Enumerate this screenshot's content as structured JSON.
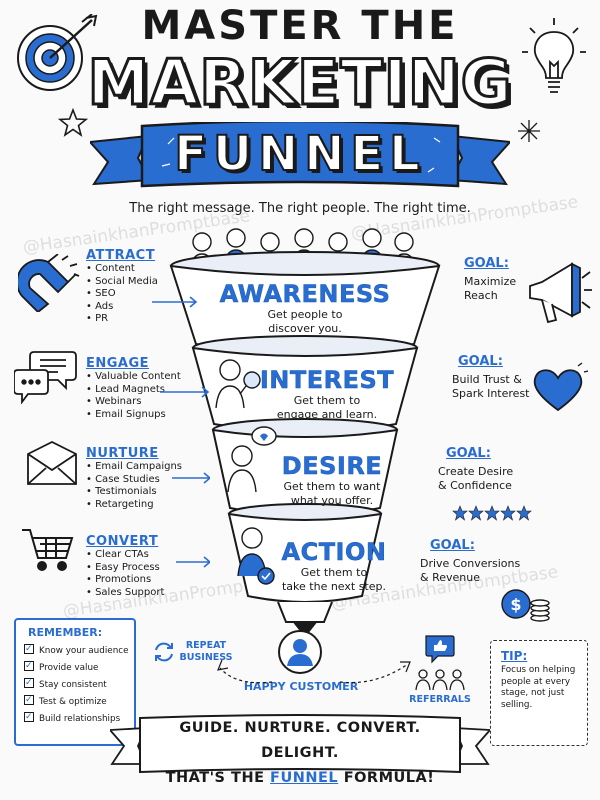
{
  "title": {
    "line1": "MASTER THE",
    "line2": "MARKETING",
    "line3": "FUNNEL"
  },
  "tagline": "The right message.  The right people.  The right time.",
  "left": [
    {
      "label": "ATTRACT",
      "items": [
        "Content",
        "Social Media",
        "SEO",
        "Ads",
        "PR"
      ]
    },
    {
      "label": "ENGAGE",
      "items": [
        "Valuable Content",
        "Lead Magnets",
        "Webinars",
        "Email Signups"
      ]
    },
    {
      "label": "NURTURE",
      "items": [
        "Email Campaigns",
        "Case Studies",
        "Testimonials",
        "Retargeting"
      ]
    },
    {
      "label": "CONVERT",
      "items": [
        "Clear CTAs",
        "Easy Process",
        "Promotions",
        "Sales Support"
      ]
    }
  ],
  "stages": [
    {
      "title": "AWARENESS",
      "desc1": "Get people to",
      "desc2": "discover you."
    },
    {
      "title": "INTEREST",
      "desc1": "Get them to",
      "desc2": "engage and learn."
    },
    {
      "title": "DESIRE",
      "desc1": "Get them to want",
      "desc2": "what you offer."
    },
    {
      "title": "ACTION",
      "desc1": "Get them to",
      "desc2": "take the next step."
    }
  ],
  "goals": [
    {
      "label": "GOAL:",
      "line1": "Maximize",
      "line2": "Reach"
    },
    {
      "label": "GOAL:",
      "line1": "Build Trust &",
      "line2": "Spark Interest"
    },
    {
      "label": "GOAL:",
      "line1": "Create Desire",
      "line2": "& Confidence"
    },
    {
      "label": "GOAL:",
      "line1": "Drive Conversions",
      "line2": "& Revenue"
    }
  ],
  "remember": {
    "heading": "REMEMBER:",
    "items": [
      "Know your audience",
      "Provide value",
      "Stay consistent",
      "Test & optimize",
      "Build relationships"
    ]
  },
  "repeat_business": {
    "line1": "REPEAT",
    "line2": "BUSINESS"
  },
  "happy_customer": "HAPPY CUSTOMER",
  "referrals": "REFERRALS",
  "tip": {
    "heading": "TIP:",
    "body": "Focus on helping people at every stage, not just selling."
  },
  "bottom": {
    "line1": "GUIDE.  NURTURE.  CONVERT.  DELIGHT.",
    "line2_pre": "THAT'S THE ",
    "line2_hl": "FUNNEL",
    "line2_post": " FORMULA!"
  },
  "watermark": "@HasnainkhanPromptbase",
  "colors": {
    "accent": "#2a6dd1",
    "ink": "#1a1a1a",
    "paper": "#fafafa"
  },
  "icons": [
    "target-icon",
    "lightbulb-icon",
    "star-icon",
    "magnet-icon",
    "chat-bubbles-icon",
    "envelope-icon",
    "shopping-cart-icon",
    "megaphone-icon",
    "heart-icon",
    "rating-stars-icon",
    "coins-icon",
    "recycle-arrows-icon",
    "customer-icon",
    "thumbs-up-icon",
    "people-group-icon"
  ]
}
